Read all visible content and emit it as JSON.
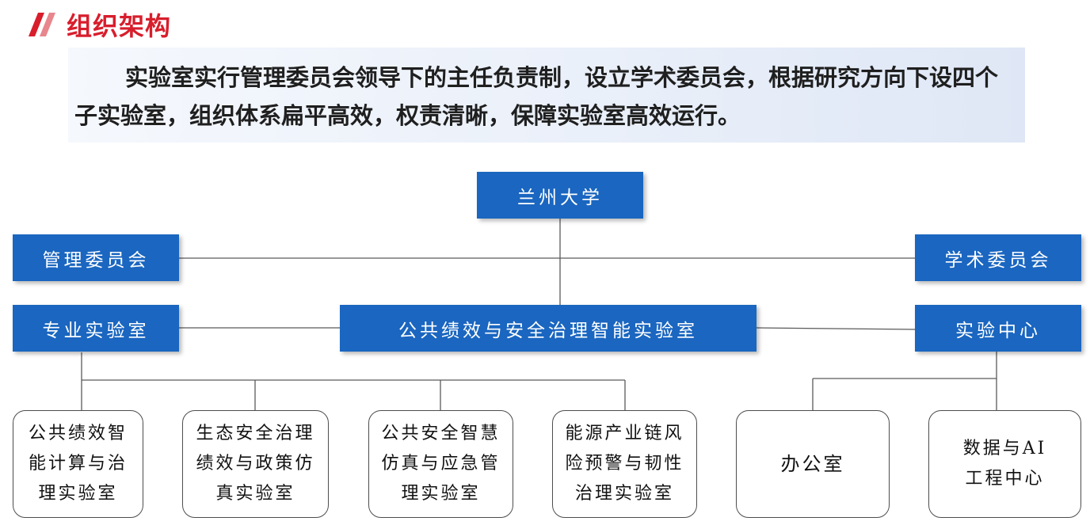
{
  "header": {
    "title": "组织架构"
  },
  "intro": {
    "text": "实验室实行管理委员会领导下的主任负责制，设立学术委员会，根据研究方向下设四个子实验室，组织体系扁平高效，权责清晰，保障实验室高效运行。"
  },
  "org": {
    "root": "兰州大学",
    "management": "管理委员会",
    "academic": "学术委员会",
    "professional": "专业实验室",
    "main_lab": "公共绩效与安全治理智能实验室",
    "exp_center": "实验中心",
    "sub_labs": [
      {
        "lines": [
          "公共绩效智",
          "能计算与治",
          "理实验室"
        ]
      },
      {
        "lines": [
          "生态安全治理",
          "绩效与政策仿",
          "真实验室"
        ]
      },
      {
        "lines": [
          "公共安全智慧",
          "仿真与应急管",
          "理实验室"
        ]
      },
      {
        "lines": [
          "能源产业链风",
          "险预警与韧性",
          "治理实验室"
        ]
      }
    ],
    "center_units": [
      {
        "lines": [
          "办公室"
        ]
      },
      {
        "lines": [
          "数据与AI",
          "工程中心"
        ]
      }
    ]
  },
  "colors": {
    "title_red": "#d81e2c",
    "box_blue": "#1a66c0",
    "line_gray": "#5a5a5a"
  }
}
